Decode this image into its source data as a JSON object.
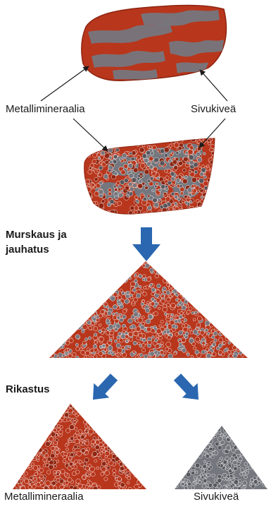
{
  "labels": {
    "metal_top": "Metallimineraalia",
    "gangue_top": "Sivukiveä",
    "crushing_line1": "Murskaus ja",
    "crushing_line2": "jauhatus",
    "concentration": "Rikastus",
    "metal_bottom": "Metallimineraalia",
    "gangue_bottom": "Sivukiveä"
  },
  "colors": {
    "ore_red": "#b8361c",
    "ore_dark": "#8d2410",
    "gangue_gray": "#75777e",
    "gangue_dark": "#55565c",
    "arrow_blue": "#2a67b0"
  },
  "icons": {
    "flow_arrows": "blue-arrow-icon",
    "pointer_arrows": "thin-arrow-icon"
  }
}
